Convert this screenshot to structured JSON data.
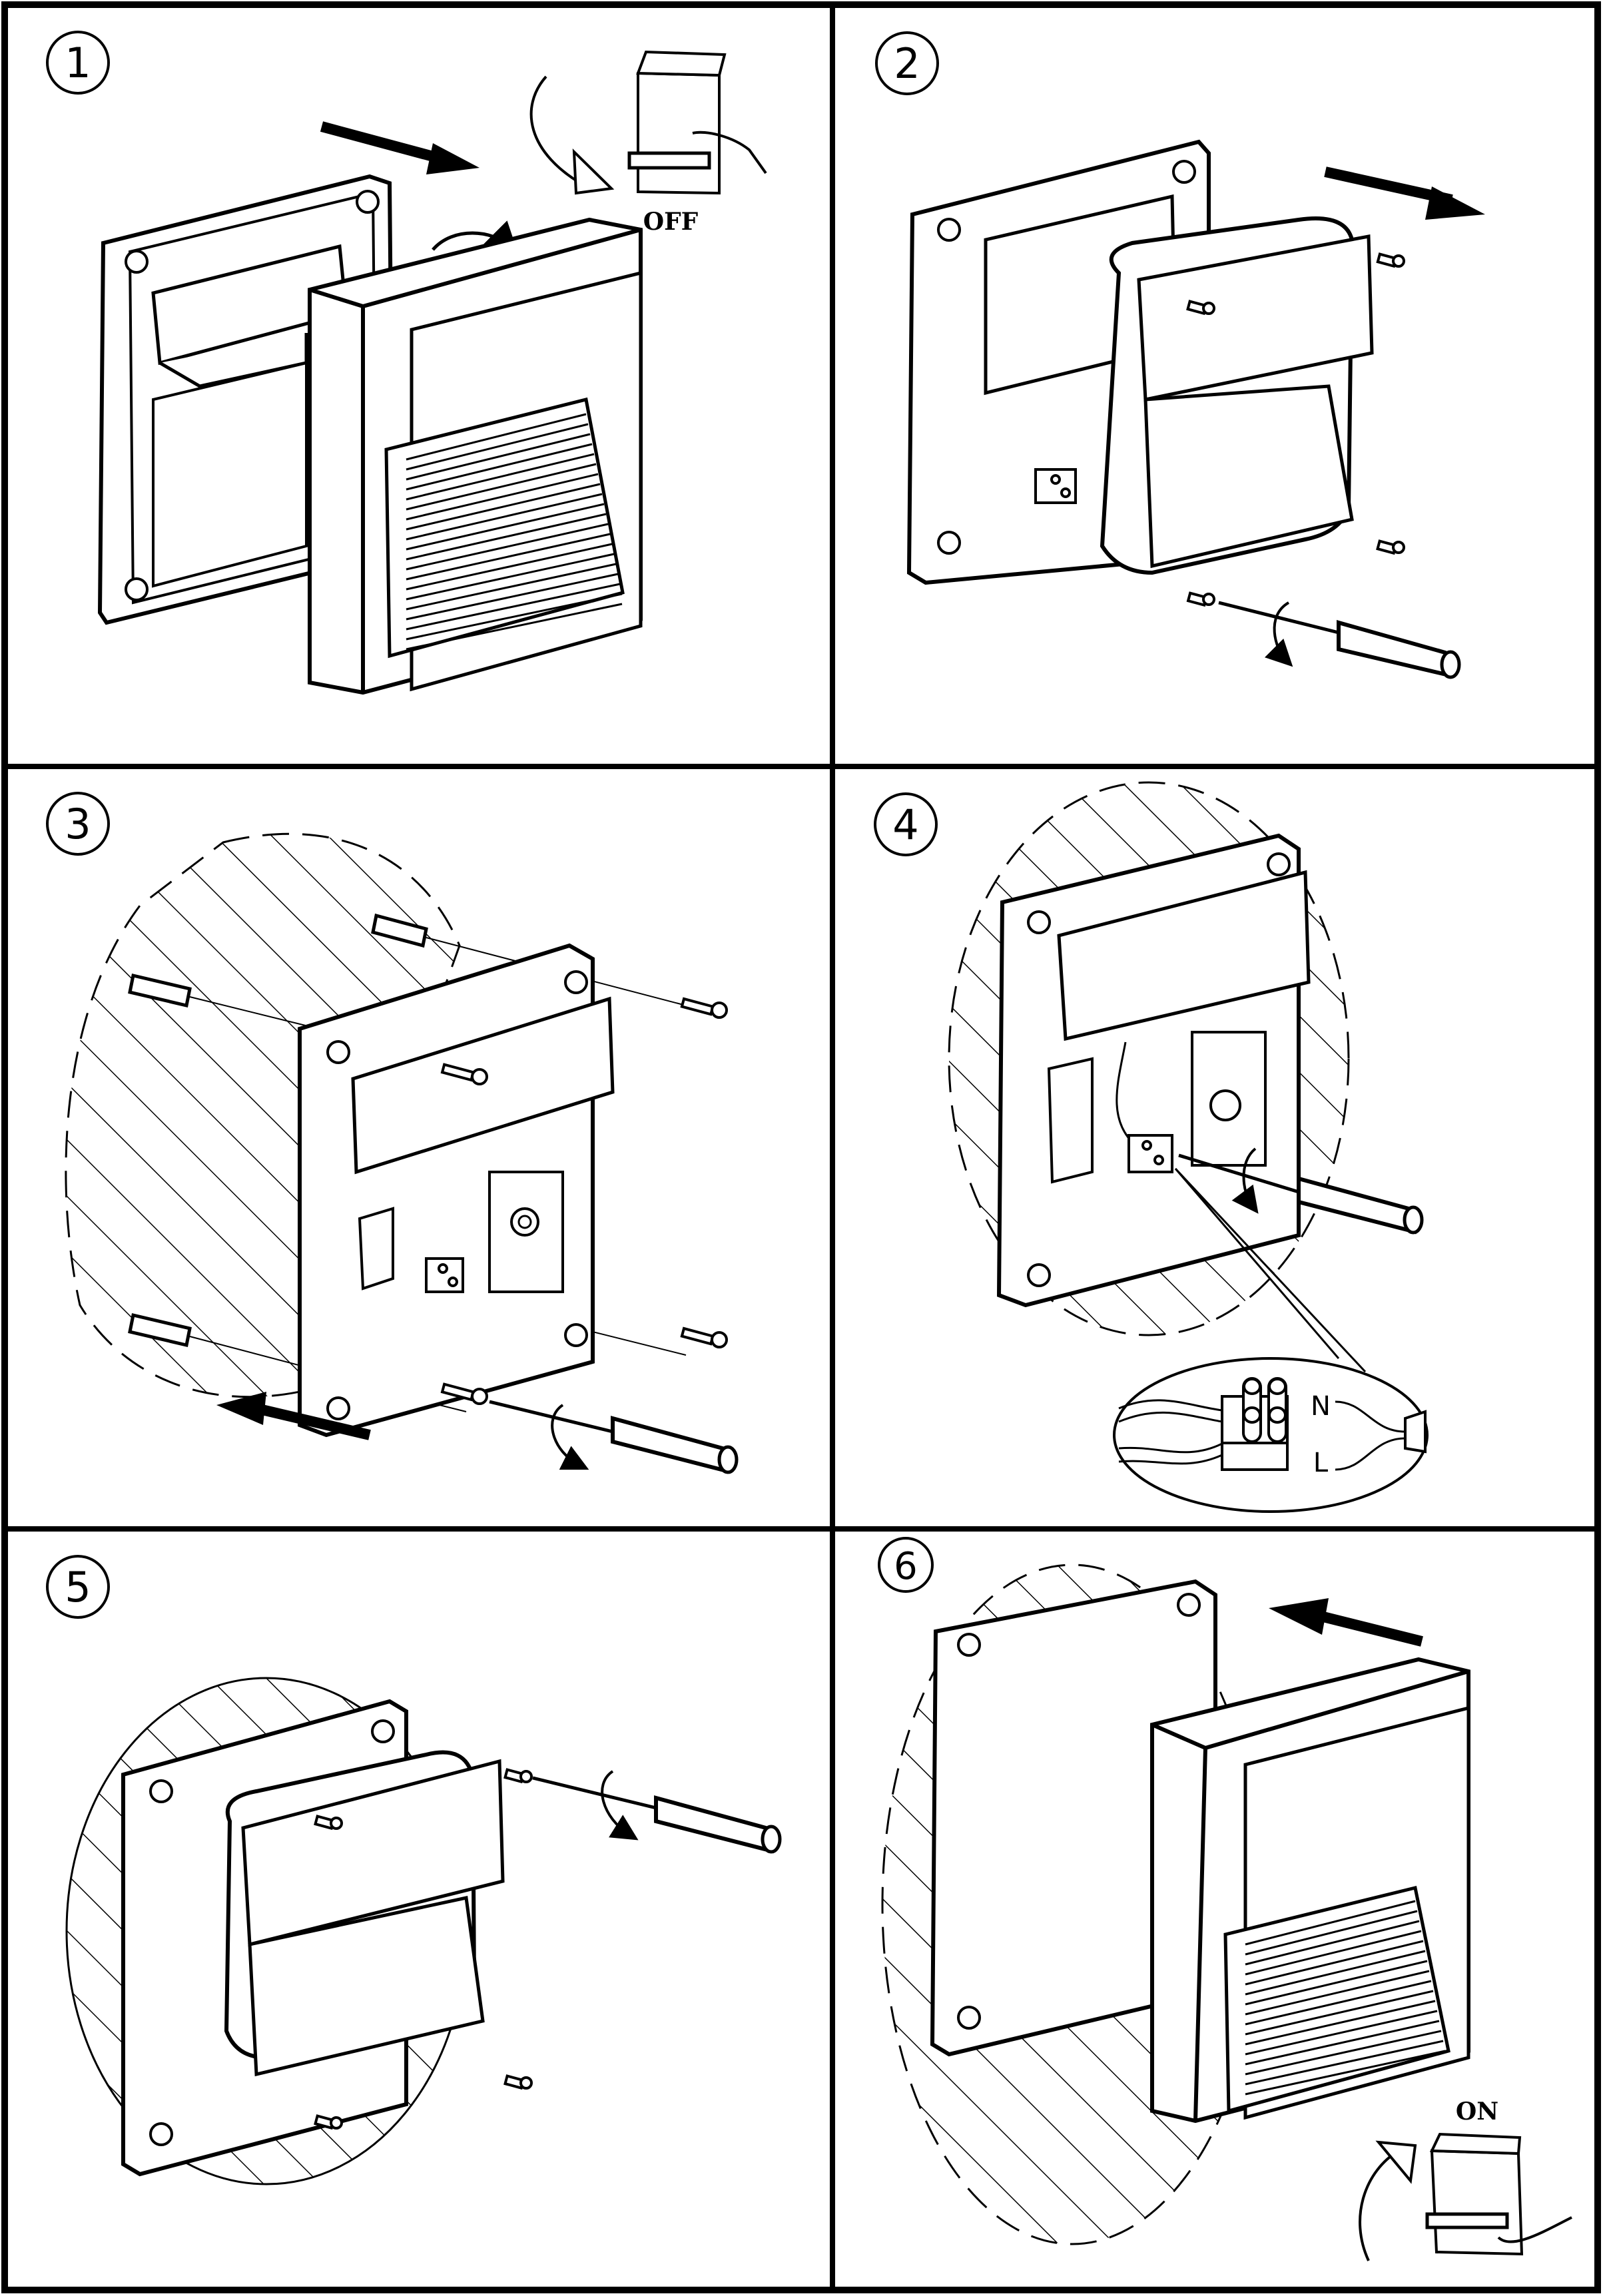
{
  "document": {
    "type": "installation-instructions",
    "colors": {
      "ink": "#000000",
      "paper": "#ffffff"
    }
  },
  "steps": [
    {
      "number": "1",
      "switch_label": "OFF",
      "icons": [
        "step-number-icon",
        "arrow-right-icon",
        "breaker-switch-off-icon",
        "rotate-arrow-icon",
        "lamp-cover-icon",
        "mounting-box-icon"
      ]
    },
    {
      "number": "2",
      "icons": [
        "step-number-icon",
        "arrow-right-icon",
        "mounting-box-icon",
        "screw-icon",
        "screwdriver-icon"
      ]
    },
    {
      "number": "3",
      "icons": [
        "step-number-icon",
        "wall-hatch-icon",
        "wall-plug-icon",
        "screw-icon",
        "screwdriver-icon",
        "arrow-left-icon"
      ]
    },
    {
      "number": "4",
      "wiring": {
        "terminal_labels": [
          "N",
          "L"
        ]
      },
      "icons": [
        "step-number-icon",
        "wall-hatch-icon",
        "terminal-block-icon",
        "screwdriver-icon",
        "wiring-detail-icon"
      ]
    },
    {
      "number": "5",
      "icons": [
        "step-number-icon",
        "wall-hatch-icon",
        "mounting-box-icon",
        "screw-icon",
        "screwdriver-icon"
      ]
    },
    {
      "number": "6",
      "switch_label": "ON",
      "icons": [
        "step-number-icon",
        "wall-hatch-icon",
        "arrow-left-icon",
        "lamp-cover-icon",
        "breaker-switch-on-icon"
      ]
    }
  ]
}
